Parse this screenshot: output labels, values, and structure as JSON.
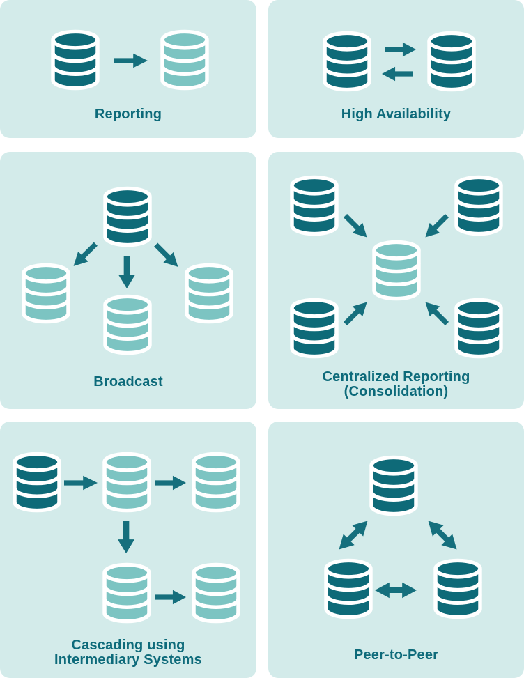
{
  "colors": {
    "page_bg": "#ffffff",
    "panel_bg": "#d3ebea",
    "db_dark": "#0e6a78",
    "db_light": "#7cc4c2",
    "arrow": "#156f7d",
    "label": "#0d6a7a"
  },
  "panels": [
    {
      "name": "reporting",
      "label_lines": [
        "Reporting"
      ],
      "nodes": [
        {
          "role": "source",
          "shade": "dark"
        },
        {
          "role": "report-replica",
          "shade": "light"
        }
      ],
      "edges": [
        {
          "from": "source",
          "to": "report-replica",
          "type": "one-way"
        }
      ]
    },
    {
      "name": "high-availability",
      "label_lines": [
        "High Availability"
      ],
      "nodes": [
        {
          "role": "peer-left",
          "shade": "dark"
        },
        {
          "role": "peer-right",
          "shade": "dark"
        }
      ],
      "edges": [
        {
          "from": "peer-left",
          "to": "peer-right",
          "type": "one-way"
        },
        {
          "from": "peer-right",
          "to": "peer-left",
          "type": "one-way"
        }
      ]
    },
    {
      "name": "broadcast",
      "label_lines": [
        "Broadcast"
      ],
      "nodes": [
        {
          "role": "source",
          "shade": "dark"
        },
        {
          "role": "replica-left",
          "shade": "light"
        },
        {
          "role": "replica-center",
          "shade": "light"
        },
        {
          "role": "replica-right",
          "shade": "light"
        }
      ],
      "edges": [
        {
          "from": "source",
          "to": "replica-left",
          "type": "one-way"
        },
        {
          "from": "source",
          "to": "replica-center",
          "type": "one-way"
        },
        {
          "from": "source",
          "to": "replica-right",
          "type": "one-way"
        }
      ]
    },
    {
      "name": "centralized-reporting-consolidation",
      "label_lines": [
        "Centralized Reporting",
        "(Consolidation)"
      ],
      "nodes": [
        {
          "role": "source-top-left",
          "shade": "dark"
        },
        {
          "role": "source-top-right",
          "shade": "dark"
        },
        {
          "role": "source-bottom-left",
          "shade": "dark"
        },
        {
          "role": "source-bottom-right",
          "shade": "dark"
        },
        {
          "role": "central-replica",
          "shade": "light"
        }
      ],
      "edges": [
        {
          "from": "source-top-left",
          "to": "central-replica",
          "type": "one-way"
        },
        {
          "from": "source-top-right",
          "to": "central-replica",
          "type": "one-way"
        },
        {
          "from": "source-bottom-left",
          "to": "central-replica",
          "type": "one-way"
        },
        {
          "from": "source-bottom-right",
          "to": "central-replica",
          "type": "one-way"
        }
      ]
    },
    {
      "name": "cascading-intermediary-systems",
      "label_lines": [
        "Cascading using",
        "Intermediary Systems"
      ],
      "nodes": [
        {
          "role": "source",
          "shade": "dark"
        },
        {
          "role": "intermediary",
          "shade": "light"
        },
        {
          "role": "replica-top-right",
          "shade": "light"
        },
        {
          "role": "intermediary-lower",
          "shade": "light"
        },
        {
          "role": "replica-bottom-right",
          "shade": "light"
        }
      ],
      "edges": [
        {
          "from": "source",
          "to": "intermediary",
          "type": "one-way"
        },
        {
          "from": "intermediary",
          "to": "replica-top-right",
          "type": "one-way"
        },
        {
          "from": "intermediary",
          "to": "intermediary-lower",
          "type": "one-way"
        },
        {
          "from": "intermediary-lower",
          "to": "replica-bottom-right",
          "type": "one-way"
        }
      ]
    },
    {
      "name": "peer-to-peer",
      "label_lines": [
        "Peer-to-Peer"
      ],
      "nodes": [
        {
          "role": "peer-top",
          "shade": "dark"
        },
        {
          "role": "peer-bottom-left",
          "shade": "dark"
        },
        {
          "role": "peer-bottom-right",
          "shade": "dark"
        }
      ],
      "edges": [
        {
          "from": "peer-top",
          "to": "peer-bottom-left",
          "type": "two-way"
        },
        {
          "from": "peer-top",
          "to": "peer-bottom-right",
          "type": "two-way"
        },
        {
          "from": "peer-bottom-left",
          "to": "peer-bottom-right",
          "type": "two-way"
        }
      ]
    }
  ]
}
